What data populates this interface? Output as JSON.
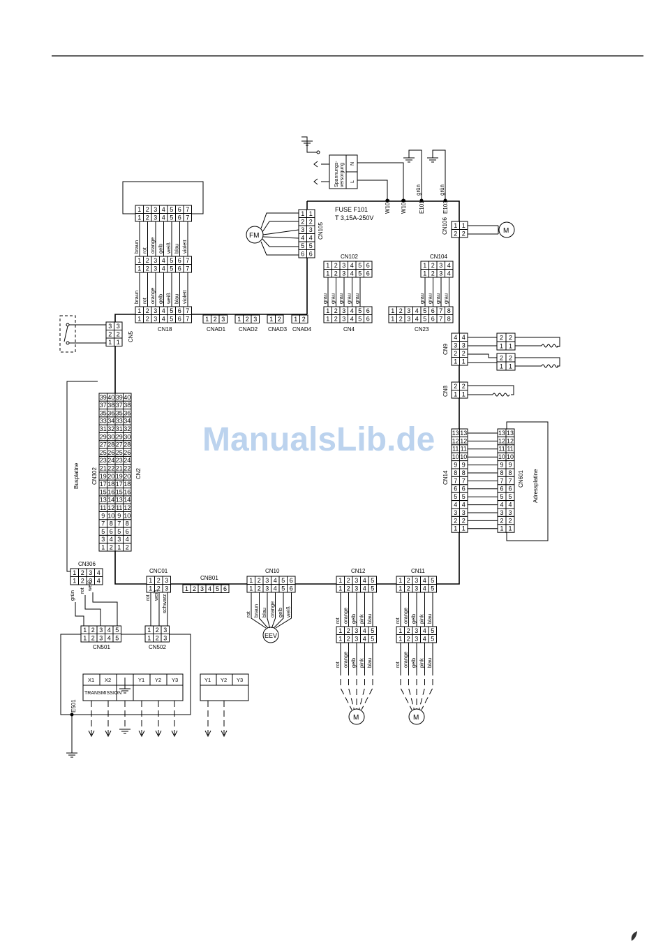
{
  "watermark": "ManualsLib.de",
  "main_board": {
    "fuse_label": "FUSE F101",
    "fuse_rating": "T 3,15A-250V",
    "terminals_top": [
      "W101",
      "W102",
      "E101",
      "E103"
    ],
    "ground_wire_color": "grün"
  },
  "power_supply": {
    "label_lines": [
      "Spannungs-",
      "versorgung"
    ],
    "terminals": [
      "N",
      "L"
    ]
  },
  "fan_motor_label": "FM",
  "motor_label": "M",
  "eev_label": "EEV",
  "transmission_label": "TRANSMISSION",
  "terminal_block_a": [
    "X1",
    "X2",
    "",
    "Y1",
    "Y2",
    "Y3"
  ],
  "terminal_block_b": [
    "Y1",
    "Y2",
    "Y3"
  ],
  "ground_terminal": "E501",
  "busplatine_label": "Busplatine",
  "adressplatine_label": "Adressplatine",
  "connector_labels": {
    "cn105": "CN105",
    "cn102": "CN102",
    "cn104": "CN104",
    "cn106": "CN106",
    "cn18": "CN18",
    "cnad1": "CNAD1",
    "cnad2": "CNAD2",
    "cnad3": "CNAD3",
    "cnad4": "CNAD4",
    "cn4": "CN4",
    "cn23": "CN23",
    "cn5": "CN5",
    "cn9": "CN9",
    "cn8": "CN8",
    "cn14": "CN14",
    "cn601": "CN601",
    "cn302": "CN302",
    "cn2": "CN2",
    "cn306": "CN306",
    "cnc01": "CNC01",
    "cnb01": "CNB01",
    "cn10": "CN10",
    "cn12": "CN12",
    "cn11": "CN11",
    "cn501": "CN501",
    "cn502": "CN502"
  },
  "wire_colors": {
    "cn18": [
      "braun",
      "rot",
      "orange",
      "gelb",
      "weiß",
      "blau",
      "violett"
    ],
    "cn4": [
      "grau",
      "grau",
      "grau",
      "grau",
      "grau"
    ],
    "cn23": [
      "grau",
      "grau",
      "grau",
      "grau"
    ],
    "cn306": [
      "grün",
      "rot",
      "weiß"
    ],
    "cnc01": [
      "rot",
      "weiß",
      "schwarz"
    ],
    "cn10": [
      "rot",
      "braun",
      "blau",
      "orange",
      "gelb",
      "weiß"
    ],
    "motor": [
      "rot",
      "orange",
      "gelb",
      "pink",
      "blau"
    ]
  },
  "pins": {
    "p1_7": [
      "1",
      "2",
      "3",
      "4",
      "5",
      "6",
      "7"
    ],
    "p1_6": [
      "1",
      "2",
      "3",
      "4",
      "5",
      "6"
    ],
    "p1_8": [
      "1",
      "2",
      "3",
      "4",
      "5",
      "6",
      "7",
      "8"
    ],
    "p1_5": [
      "1",
      "2",
      "3",
      "4",
      "5"
    ],
    "p1_4": [
      "1",
      "2",
      "3",
      "4"
    ],
    "p1_3": [
      "1",
      "2",
      "3"
    ],
    "p1_2": [
      "1",
      "2"
    ],
    "p1_1": [
      "1"
    ],
    "cn5": [
      "3",
      "2",
      "1"
    ],
    "cn9": [
      "4",
      "3",
      "2",
      "1"
    ],
    "cn8": [
      "2",
      "1"
    ],
    "cn14": [
      "13",
      "12",
      "11",
      "10",
      "9",
      "8",
      "7",
      "6",
      "5",
      "4",
      "3",
      "2",
      "1"
    ],
    "cn302": [
      "39",
      "40",
      "37",
      "38",
      "35",
      "36",
      "33",
      "34",
      "31",
      "32",
      "29",
      "30",
      "27",
      "28",
      "25",
      "26",
      "23",
      "24",
      "21",
      "22",
      "19",
      "20",
      "17",
      "18",
      "15",
      "16",
      "13",
      "14",
      "11",
      "12",
      "9",
      "10",
      "7",
      "8",
      "5",
      "6",
      "3",
      "4",
      "1",
      "2"
    ],
    "cn2": [
      "39",
      "40",
      "37",
      "38",
      "35",
      "36",
      "33",
      "34",
      "31",
      "32",
      "29",
      "30",
      "27",
      "28",
      "25",
      "26",
      "23",
      "24",
      "21",
      "22",
      "19",
      "20",
      "17",
      "18",
      "15",
      "16",
      "13",
      "14",
      "11",
      "12",
      "9",
      "10",
      "7",
      "8",
      "5",
      "6",
      "3",
      "4",
      "1",
      "2"
    ]
  }
}
